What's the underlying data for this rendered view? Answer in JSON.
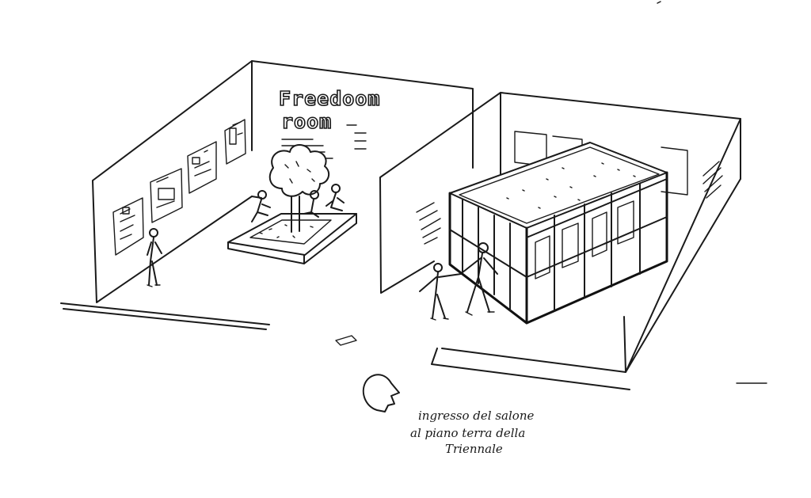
{
  "sketch": {
    "room_sign": {
      "line1": "Freedoom",
      "line2": "room"
    },
    "entrance_note": {
      "line1": "ingresso del salone",
      "line2": "al piano terra della",
      "line3": "Triennale"
    }
  }
}
